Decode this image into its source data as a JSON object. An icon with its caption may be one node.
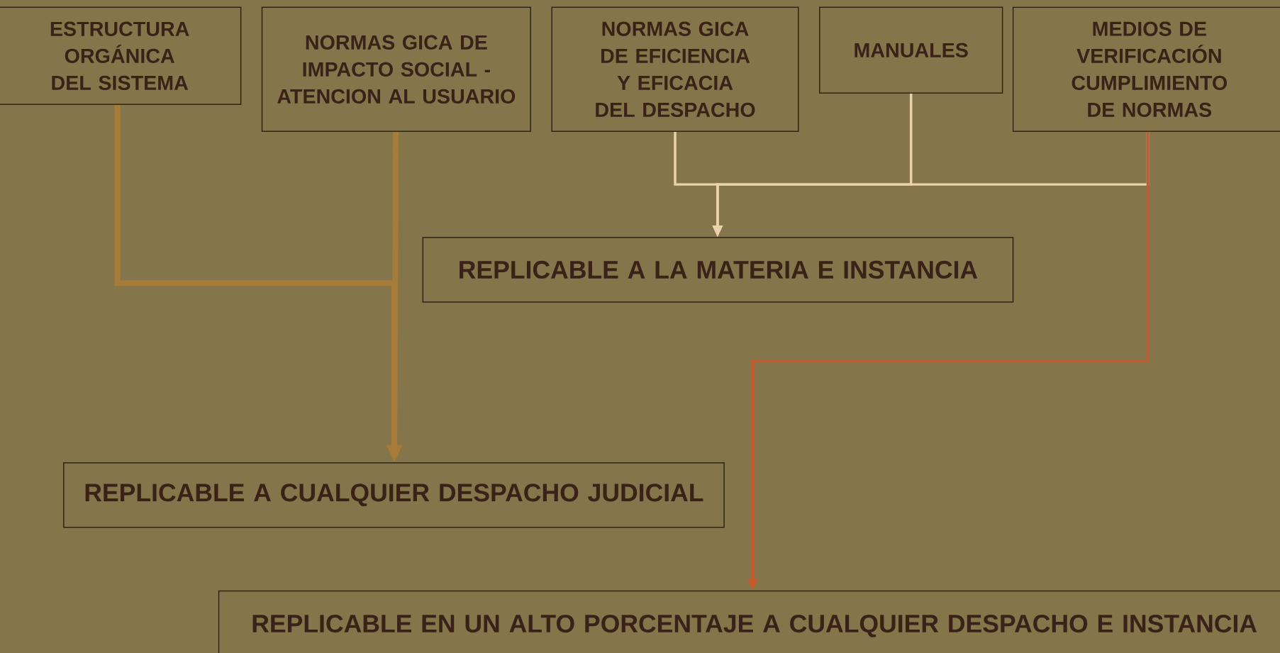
{
  "diagram": {
    "nodes": [
      {
        "text": [
          "ESTRUCTURA ORGÁNICA DEL SISTEMA"
        ]
      },
      {
        "text": [
          "NORMAS GICA DE IMPACTO SOCIAL - ATENCION AL USUARIO"
        ]
      },
      {
        "text": [
          "NORMAS GICA DE EFICIENCIA Y EFICACIA DEL DESPACHO"
        ]
      },
      {
        "text": [
          "MANUALES"
        ]
      },
      {
        "text": [
          "MEDIOS DE VERIFICACIÓN CUMPLIMIENTO DE NORMAS"
        ]
      },
      {
        "text": [
          "REPLICABLE A LA MATERIA E INSTANCIA"
        ]
      },
      {
        "text": [
          "REPLICABLE A CUALQUIER DESPACHO JUDICIAL"
        ]
      },
      {
        "text": [
          "REPLICABLE EN UN ALTO PORCENTAJE A CUALQUIER DESPACHO E INSTANCIA"
        ]
      }
    ],
    "edges": [
      {
        "from": 0,
        "to": 6,
        "arrow": "to",
        "style": "thick",
        "color": "#a67c38"
      },
      {
        "from": 1,
        "to": 6,
        "arrow": "to",
        "style": "thick",
        "color": "#a67c38"
      },
      {
        "from": 2,
        "to": 5,
        "arrow": "to",
        "color": "#ead3ab"
      },
      {
        "from": 3,
        "to": 5,
        "arrow": "to",
        "color": "#ead3ab"
      },
      {
        "from": 4,
        "to": 5,
        "arrow": "to",
        "color": "#ead3ab"
      },
      {
        "from": 4,
        "to": 7,
        "arrow": "to",
        "color": "#c9582a"
      }
    ]
  }
}
